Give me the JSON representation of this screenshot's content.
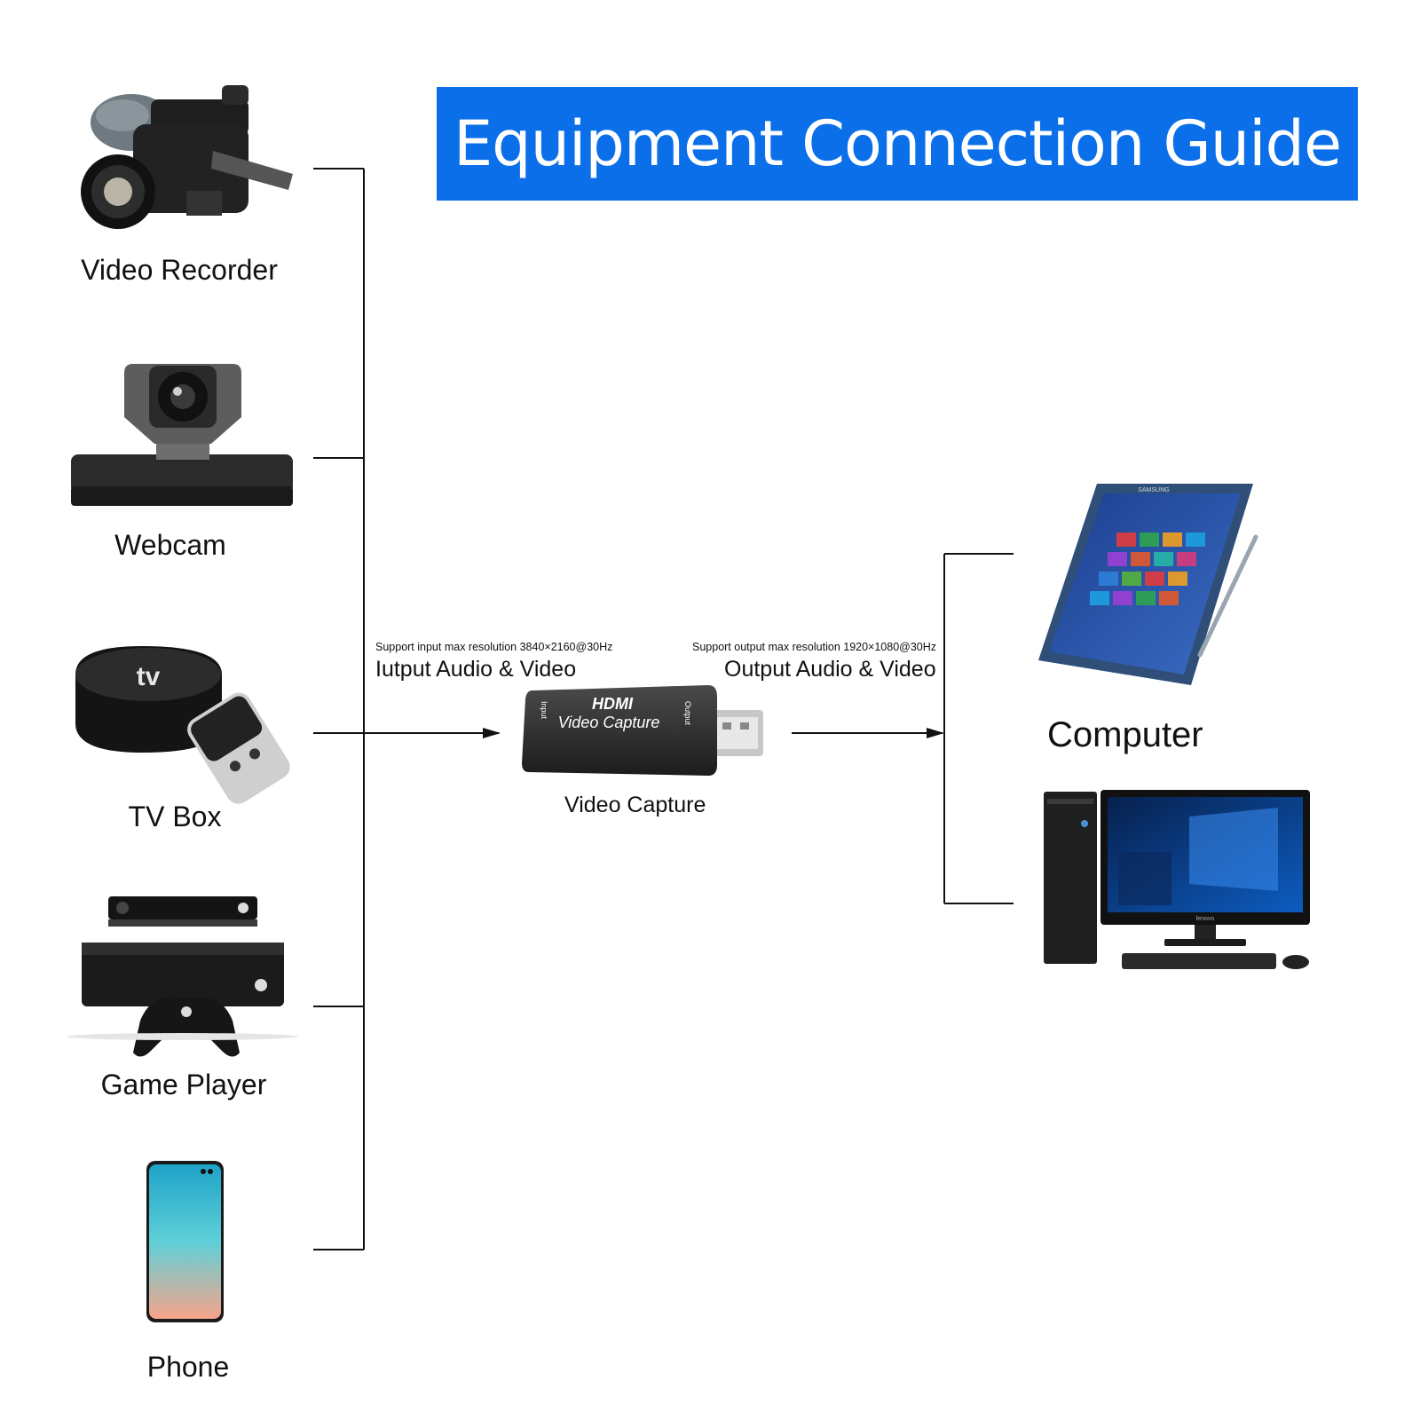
{
  "title": "Equipment Connection Guide",
  "colors": {
    "banner": "#0a6fe8",
    "line": "#111111"
  },
  "sources": [
    {
      "label": "Video Recorder",
      "icon": "video-recorder-icon"
    },
    {
      "label": "Webcam",
      "icon": "webcam-icon"
    },
    {
      "label": "TV Box",
      "icon": "tv-box-icon"
    },
    {
      "label": "Game Player",
      "icon": "game-console-icon"
    },
    {
      "label": "Phone",
      "icon": "phone-icon"
    }
  ],
  "input": {
    "note": "Support input max resolution 3840×2160@30Hz",
    "label": "Iutput Audio & Video"
  },
  "output": {
    "note": "Support output max resolution 1920×1080@30Hz",
    "label": "Output Audio & Video"
  },
  "device": {
    "brand": "HDMI",
    "name": "Video Capture",
    "port_in": "Input",
    "port_out": "Output",
    "caption": "Video Capture"
  },
  "computer": {
    "label": "Computer",
    "tablet_brand": "SAMSUNG",
    "monitor_brand": "lenovo"
  }
}
